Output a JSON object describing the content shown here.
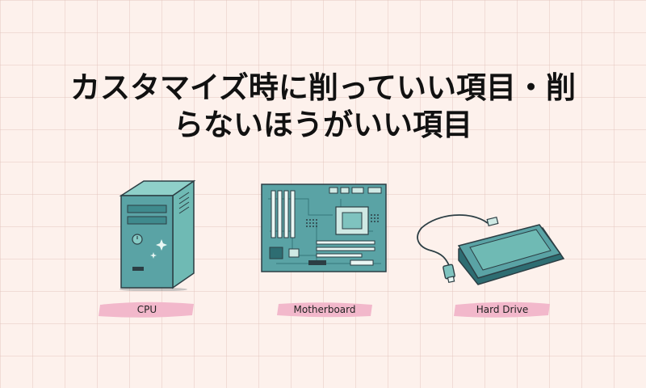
{
  "title": {
    "line1": "カスタマイズ時に削っていい項目・削",
    "line2": "らないほうがいい項目"
  },
  "items": [
    {
      "label": "CPU",
      "icon": "cpu-tower-icon"
    },
    {
      "label": "Motherboard",
      "icon": "motherboard-icon"
    },
    {
      "label": "Hard Drive",
      "icon": "hard-drive-icon"
    }
  ],
  "colors": {
    "background": "#fdf1ec",
    "teal": "#5aa3a5",
    "teal_light": "#7fc3bf",
    "teal_dark": "#2e6d72",
    "label_brush": "#f2b8cb"
  }
}
